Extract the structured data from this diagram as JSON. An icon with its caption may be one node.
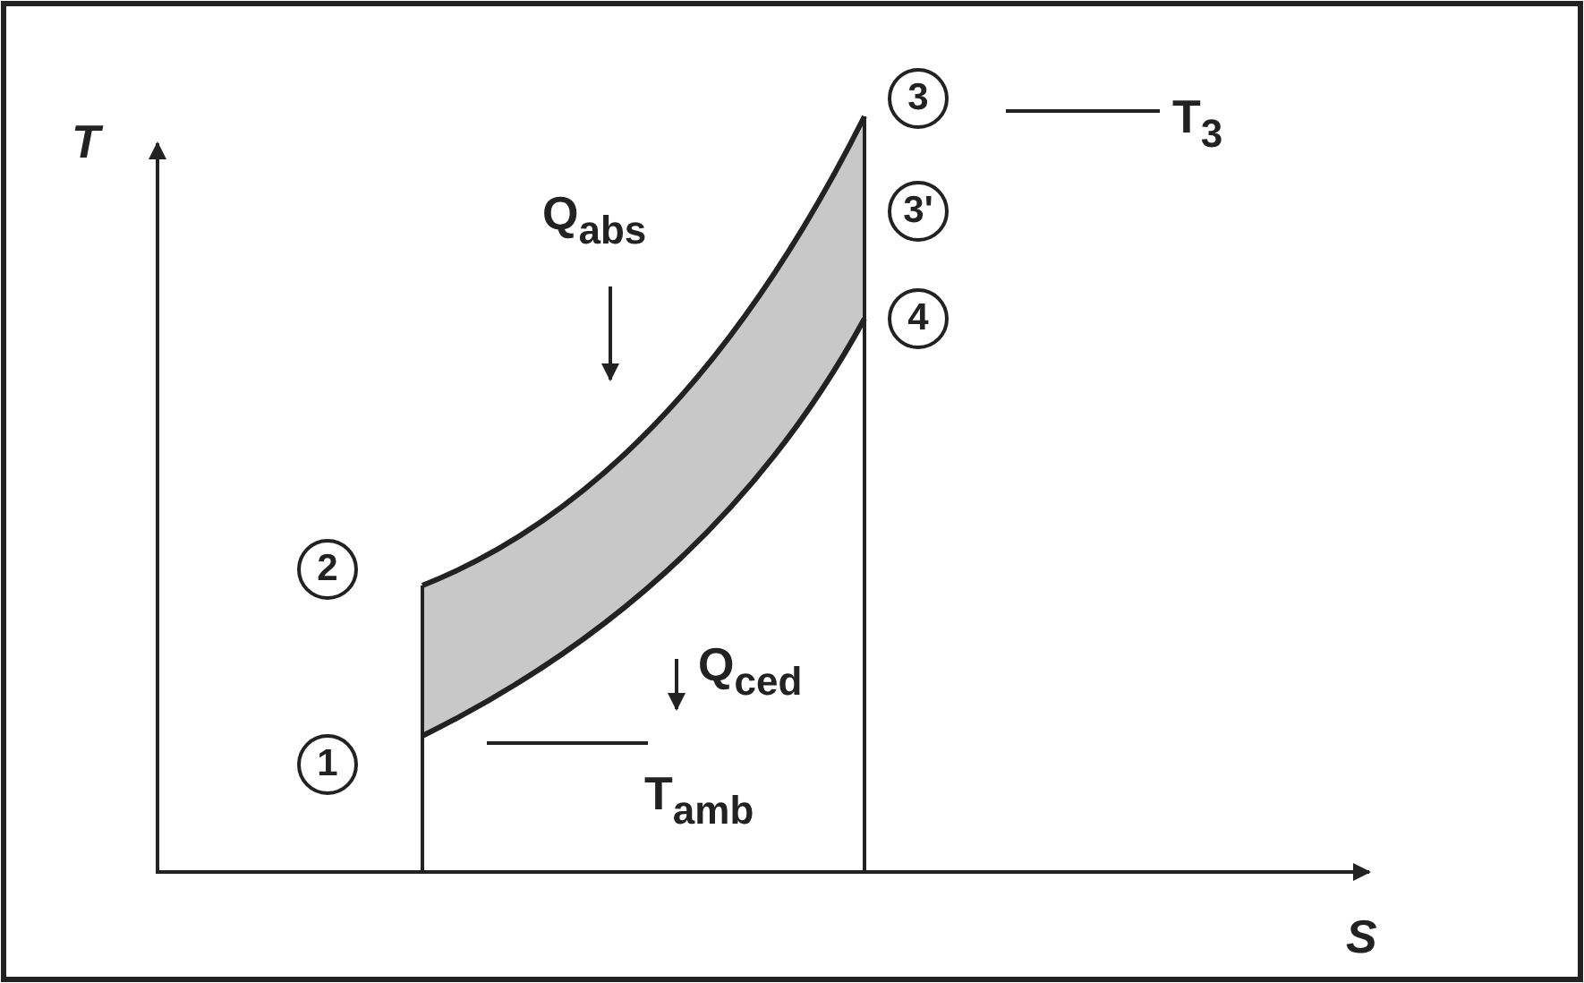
{
  "diagram": {
    "nodes": [
      {
        "text": [
          "3"
        ]
      },
      {
        "text": [
          "3'"
        ]
      },
      {
        "text": [
          "4"
        ]
      },
      {
        "text": [
          "2"
        ]
      },
      {
        "text": [
          "1"
        ]
      }
    ],
    "edges": [],
    "labels": [
      "T",
      "T$_{3}$",
      "Q$_{abs}$",
      "Q$_{ced}$",
      "T$_{amb}$",
      "S"
    ]
  }
}
